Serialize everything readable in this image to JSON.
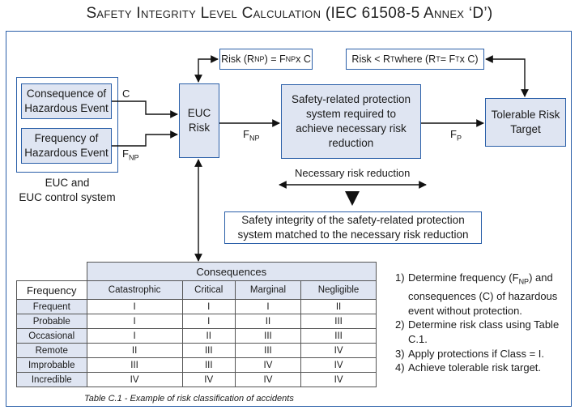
{
  "title": "Safety Integrity Level Calculation (IEC 61508-5 Annex ‘D’)",
  "boxes": {
    "consequence": "Consequence of Hazardous Event",
    "frequency": "Frequency of Hazardous Event",
    "euc_risk": "EUC Risk",
    "protection": "Safety-related protection system required to achieve necessary risk reduction",
    "tolerable": "Tolerable Risk Target",
    "sil_match": "Safety integrity of the safety-related protection system matched to the necessary risk reduction"
  },
  "labels": {
    "c": "C",
    "euc_system_line1": "EUC and",
    "euc_system_line2": "EUC control system",
    "necessary_reduction": "Necessary risk reduction"
  },
  "formulas": {
    "risk_np": {
      "pre": "Risk (R",
      "sub1": "NP",
      "mid": ") = F",
      "sub2": "NP",
      "post": " x C"
    },
    "risk_t": {
      "pre": "Risk < R",
      "sub1": "T",
      "mid": " where (R",
      "sub2": "T",
      "mid2": " = F",
      "sub3": "T",
      "post": " x C)"
    },
    "f_np": {
      "base": "F",
      "sub": "NP"
    },
    "f_p": {
      "base": "F",
      "sub": "P"
    }
  },
  "table": {
    "group_header": "Consequences",
    "row_header": "Frequency",
    "columns": [
      "Catastrophic",
      "Critical",
      "Marginal",
      "Negligible"
    ],
    "rows": [
      {
        "label": "Frequent",
        "values": [
          "I",
          "I",
          "I",
          "II"
        ]
      },
      {
        "label": "Probable",
        "values": [
          "I",
          "I",
          "II",
          "III"
        ]
      },
      {
        "label": "Occasional",
        "values": [
          "I",
          "II",
          "III",
          "III"
        ]
      },
      {
        "label": "Remote",
        "values": [
          "II",
          "III",
          "III",
          "IV"
        ]
      },
      {
        "label": "Improbable",
        "values": [
          "III",
          "III",
          "IV",
          "IV"
        ]
      },
      {
        "label": "Incredible",
        "values": [
          "IV",
          "IV",
          "IV",
          "IV"
        ]
      }
    ]
  },
  "steps": [
    {
      "num": "1)",
      "text_pre": "Determine frequency (F",
      "sub": "NP",
      "text_post": ") and consequences (C) of hazardous event without protection."
    },
    {
      "num": "2)",
      "text_pre": "Determine risk class using Table C.1.",
      "sub": "",
      "text_post": ""
    },
    {
      "num": "3)",
      "text_pre": "Apply protections if Class = I.",
      "sub": "",
      "text_post": ""
    },
    {
      "num": "4)",
      "text_pre": "Achieve tolerable risk target.",
      "sub": "",
      "text_post": ""
    }
  ],
  "caption": "Table C.1 - Example of risk classification of accidents",
  "colors": {
    "accent": "#2a5fa8",
    "box_fill": "#dfe5f2"
  }
}
